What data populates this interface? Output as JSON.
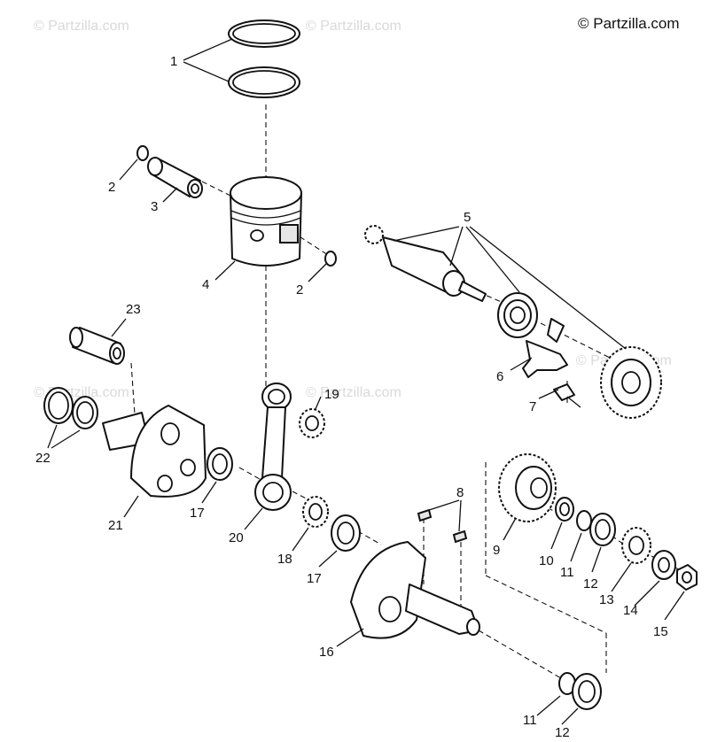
{
  "copyright": "© Partzilla.com",
  "watermark": "© Partzilla.com",
  "callouts": {
    "c1": "1",
    "c2a": "2",
    "c2b": "2",
    "c3": "3",
    "c4": "4",
    "c5": "5",
    "c6": "6",
    "c7": "7",
    "c8": "8",
    "c9": "9",
    "c10": "10",
    "c11a": "11",
    "c11b": "11",
    "c12a": "12",
    "c12b": "12",
    "c13": "13",
    "c14": "14",
    "c15": "15",
    "c16": "16",
    "c17a": "17",
    "c17b": "17",
    "c18": "18",
    "c19": "19",
    "c20": "20",
    "c21": "21",
    "c22": "22",
    "c23": "23"
  }
}
